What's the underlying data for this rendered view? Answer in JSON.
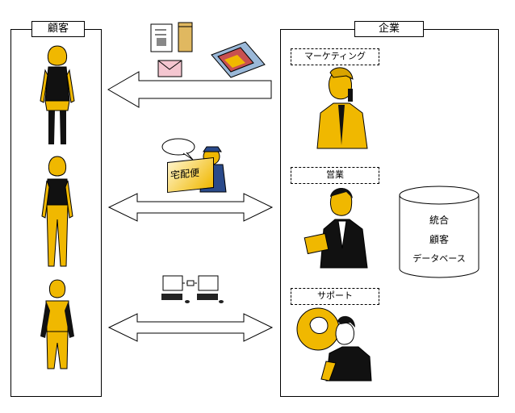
{
  "customer_panel": {
    "title": "顧客"
  },
  "company_panel": {
    "title": "企業",
    "roles": [
      {
        "label": "マーケティング"
      },
      {
        "label": "営業"
      },
      {
        "label": "サポート"
      }
    ]
  },
  "database": {
    "lines": [
      "統合",
      "顧客",
      "データベース"
    ]
  },
  "delivery": {
    "box_label": "宅配便"
  },
  "colors": {
    "accent": "#f0b800",
    "outline": "#000000"
  }
}
